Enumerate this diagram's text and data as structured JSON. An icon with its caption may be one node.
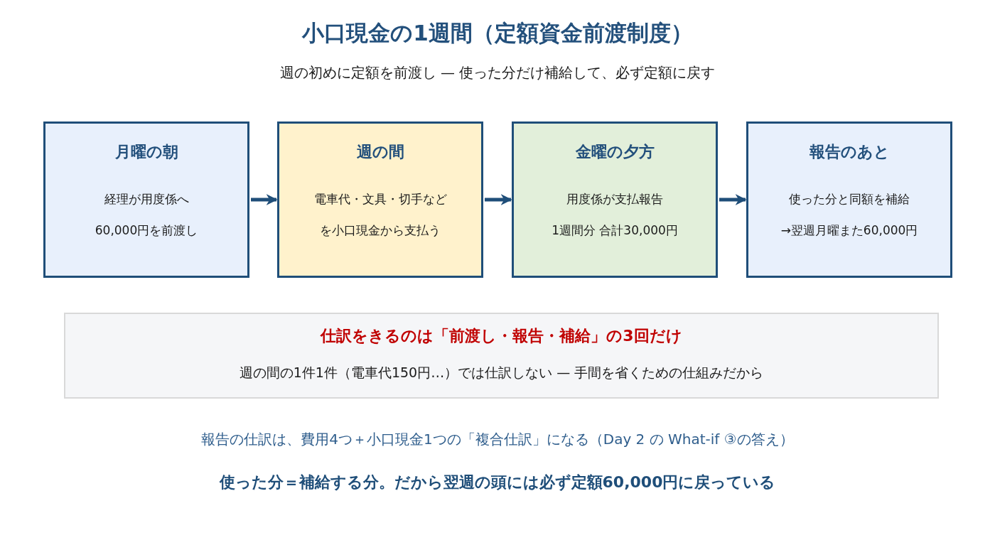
{
  "diagram": {
    "title": "小口現金の1週間（定額資金前渡制度）",
    "nodes": [
      {
        "text": [
          "月曜の朝",
          "経理が用度係へ",
          "60,000円を前渡し"
        ]
      },
      {
        "text": [
          "週の間",
          "電車代・文具・切手などを小口現金から支払う"
        ]
      },
      {
        "text": [
          "金曜の夕方",
          "用度係が支払報告",
          "1週間分 合計30,000円"
        ]
      },
      {
        "text": [
          "報告のあと",
          "使った分と同額を補給",
          "→翌週月曜また60,000円"
        ]
      },
      {
        "text": [
          "仕訳をきるのは「前渡し・報告・補給」の3回だけ",
          "週の間の1件1件（電車代150円…）では仕訳しない — 手間を省くための仕組みだから"
        ]
      }
    ],
    "edges": [
      {
        "from": 0,
        "to": 1,
        "arrow": "to"
      },
      {
        "from": 1,
        "to": 2,
        "arrow": "to"
      },
      {
        "from": 2,
        "to": 3,
        "arrow": "to"
      }
    ],
    "labels": [
      "週の初めに定額を前渡し — 使った分だけ補給して、必ず定額に戻す",
      "報告の仕訳は、費用4つ＋小口現金1つの「複合仕訳」になる（Day 2 の What-if ③の答え）",
      "使った分＝補給する分。だから翌週の頭には必ず定額60,000円に戻っている"
    ]
  }
}
